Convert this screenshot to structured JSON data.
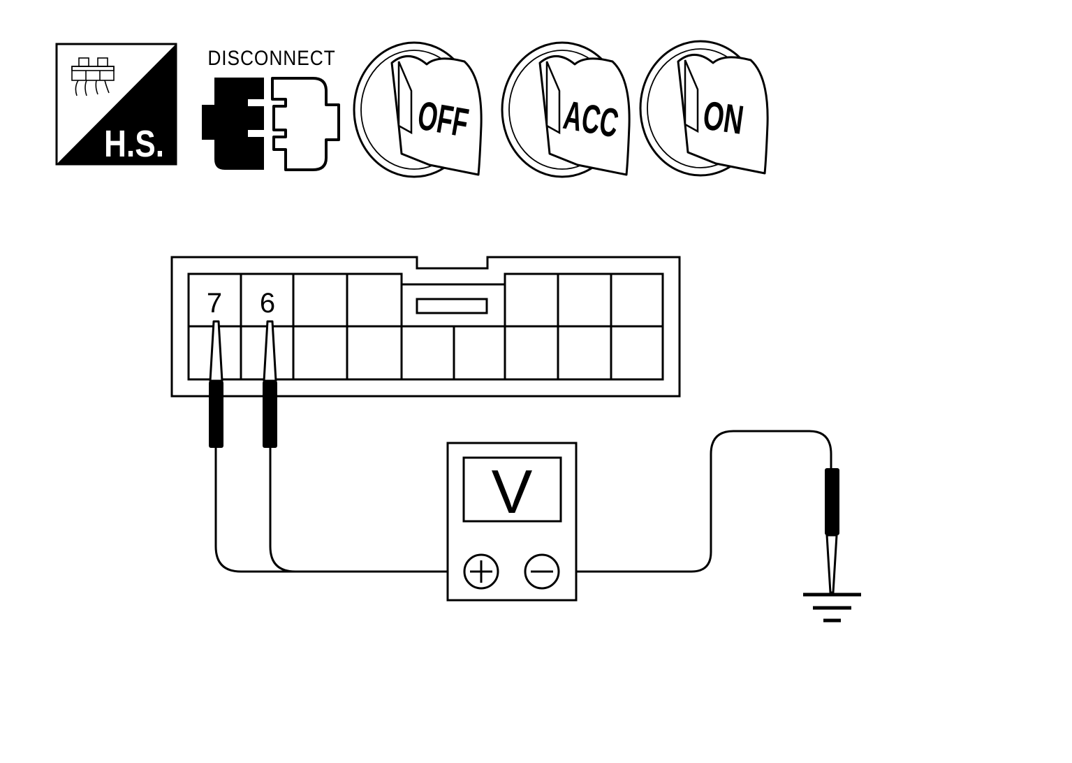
{
  "icons": {
    "harness_side": {
      "label": "H.S.",
      "icon": "harness-connector-icon"
    },
    "disconnect": {
      "label": "DISCONNECT",
      "icon": "disconnect-connector-icon"
    },
    "ignition": [
      {
        "label": "OFF",
        "icon": "ignition-key-icon"
      },
      {
        "label": "ACC",
        "icon": "ignition-key-icon"
      },
      {
        "label": "ON",
        "icon": "ignition-key-icon"
      }
    ]
  },
  "connector": {
    "terminal_labels": [
      "7",
      "6"
    ]
  },
  "meter": {
    "label": "V",
    "positive_icon": "plus-terminal-icon",
    "negative_icon": "minus-terminal-icon"
  },
  "ground": {
    "icon": "ground-symbol-icon"
  },
  "colors": {
    "ink": "#000000",
    "paper": "#ffffff"
  }
}
